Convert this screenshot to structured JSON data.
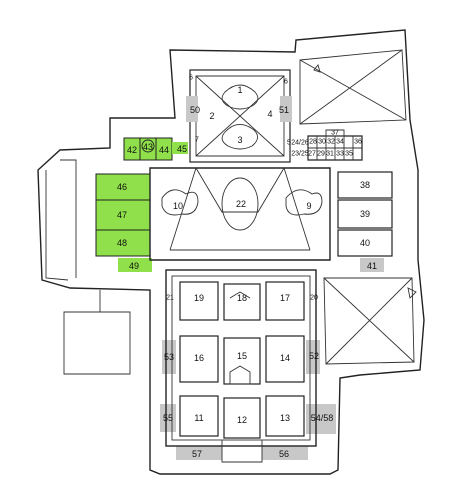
{
  "colors": {
    "highlight": "#8fe04a",
    "shade": "#c8c8c8",
    "wall": "#222222",
    "background": "#ffffff"
  },
  "room_labels": {
    "r1": "1",
    "r2": "2",
    "r3": "3",
    "r4": "4",
    "r5": "5",
    "r6a": "6",
    "r6b": "6",
    "r7": "7",
    "r9": "9",
    "r10": "10",
    "r11": "11",
    "r12": "12",
    "r13": "13",
    "r14": "14",
    "r15": "15",
    "r16": "16",
    "r17": "17",
    "r18": "18",
    "r19": "19",
    "r20": "20",
    "r21": "21",
    "r22": "22",
    "r23_25": "23/25",
    "r24_26": "24/26",
    "r27": "27",
    "r28": "28",
    "r29": "29",
    "r30": "30",
    "r31": "31",
    "r32": "32",
    "r33": "33",
    "r34": "34",
    "r35": "35",
    "r36": "36",
    "r37": "37",
    "r38": "38",
    "r39": "39",
    "r40": "40",
    "r41": "41",
    "r42": "42",
    "r43": "43",
    "r44": "44",
    "r45": "45",
    "r46": "46",
    "r47": "47",
    "r48": "48",
    "r49": "49",
    "r50": "50",
    "r51": "51",
    "r52": "52",
    "r53": "53",
    "r54_58": "54/58",
    "r55": "55",
    "r56": "56",
    "r57": "57"
  },
  "highlighted_rooms": [
    "42",
    "43",
    "44",
    "45",
    "46",
    "47",
    "48",
    "49"
  ],
  "shaded_rooms": [
    "41",
    "50",
    "51",
    "52",
    "53",
    "54/58",
    "55",
    "56",
    "57"
  ]
}
